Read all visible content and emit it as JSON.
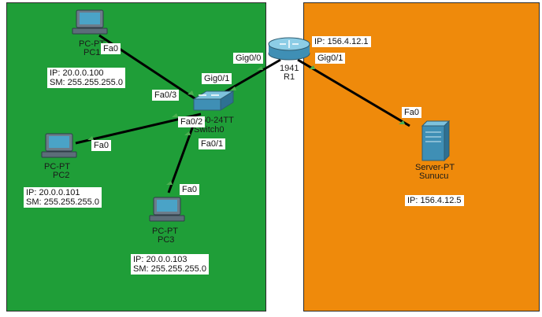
{
  "zones": {
    "lan_color": "#1f9e38",
    "wan_color": "#ef8a0b"
  },
  "devices": {
    "pc1": {
      "type": "PC-PT",
      "name": "PC1",
      "ip": "IP: 20.0.0.100",
      "sm": "SM: 255.255.255.0",
      "port": "Fa0"
    },
    "pc2": {
      "type": "PC-PT",
      "name": "PC2",
      "ip": "IP: 20.0.0.101",
      "sm": "SM: 255.255.255.0",
      "port": "Fa0"
    },
    "pc3": {
      "type": "PC-PT",
      "name": "PC3",
      "ip": "IP: 20.0.0.103",
      "sm": "SM: 255.255.255.0",
      "port": "Fa0"
    },
    "switch": {
      "model": "2960-24TT",
      "name": "Switch0",
      "ports": {
        "pc1": "Fa0/3",
        "pc2": "Fa0/2",
        "pc3": "Fa0/1",
        "router": "Gig0/1"
      }
    },
    "router": {
      "model": "1941",
      "name": "R1",
      "ip": "IP: 156.4.12.1",
      "port_lan": "Gig0/0",
      "port_wan": "Gig0/1"
    },
    "server": {
      "type": "Server-PT",
      "name": "Sunucu",
      "ip": "IP: 156.4.12.5",
      "port": "Fa0"
    }
  },
  "link_color": "#000000",
  "port_indicator_color": "#4caf50"
}
